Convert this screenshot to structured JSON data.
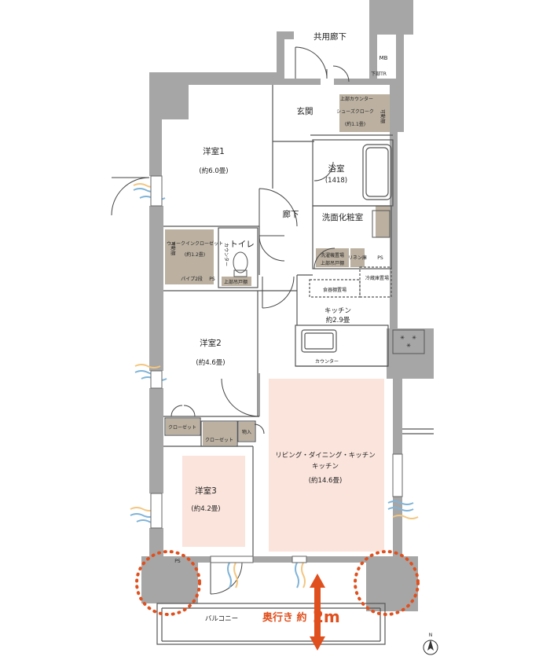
{
  "labels": {
    "common_corridor": "共用廊下",
    "mb": "MB",
    "upper_tr": "下部TR",
    "upper_counter": "上部カウンター",
    "shoes_closet": "シューズクローク",
    "shoes_closet_area": "(約1.1畳)",
    "movable_shelf": "可動棚",
    "entrance": "玄関",
    "western1": "洋室1",
    "western1_area": "(約6.0畳)",
    "bath": "浴室",
    "bath_size": "(1418)",
    "corridor": "廊下",
    "washroom": "洗面化粧室",
    "walkin_closet": "ウォークインクローゼット",
    "walkin_closet_area": "(約1.2畳)",
    "movable_shelf2": "可動棚",
    "pipe": "パイプ2段",
    "ps1": "PS",
    "toilet": "トイレ",
    "toilet_counter": "カウンター",
    "toilet_upper": "上部吊戸棚",
    "laundry": "洗濯機置場",
    "laundry_upper": "上部吊戸棚",
    "linen": "リネン庫",
    "ps2": "PS",
    "fridge": "冷蔵庫置場",
    "dish_shelf": "食器棚置場",
    "kitchen": "キッチン",
    "kitchen_area": "約2.9畳",
    "counter": "カウンター",
    "western2": "洋室2",
    "western2_area": "(約4.6畳)",
    "closet1": "クローゼット",
    "closet2": "クローゼット",
    "storage": "物入",
    "ldk": "リビング・ダイニング・キッチン",
    "ldk_area": "(約14.6畳)",
    "western3": "洋室3",
    "western3_area": "(約4.2畳)",
    "ps3": "PS",
    "balcony": "バルコニー",
    "depth_prefix": "奥行き 約",
    "depth_value": "2m",
    "north": "N"
  },
  "colors": {
    "wall": "#a6a6a6",
    "storage_fill": "#bcb1a1",
    "highlight_fill": "#fbe4dc",
    "accent": "#e0501e",
    "window_blue": "#7fb4d8",
    "window_amber": "#f3c680"
  }
}
